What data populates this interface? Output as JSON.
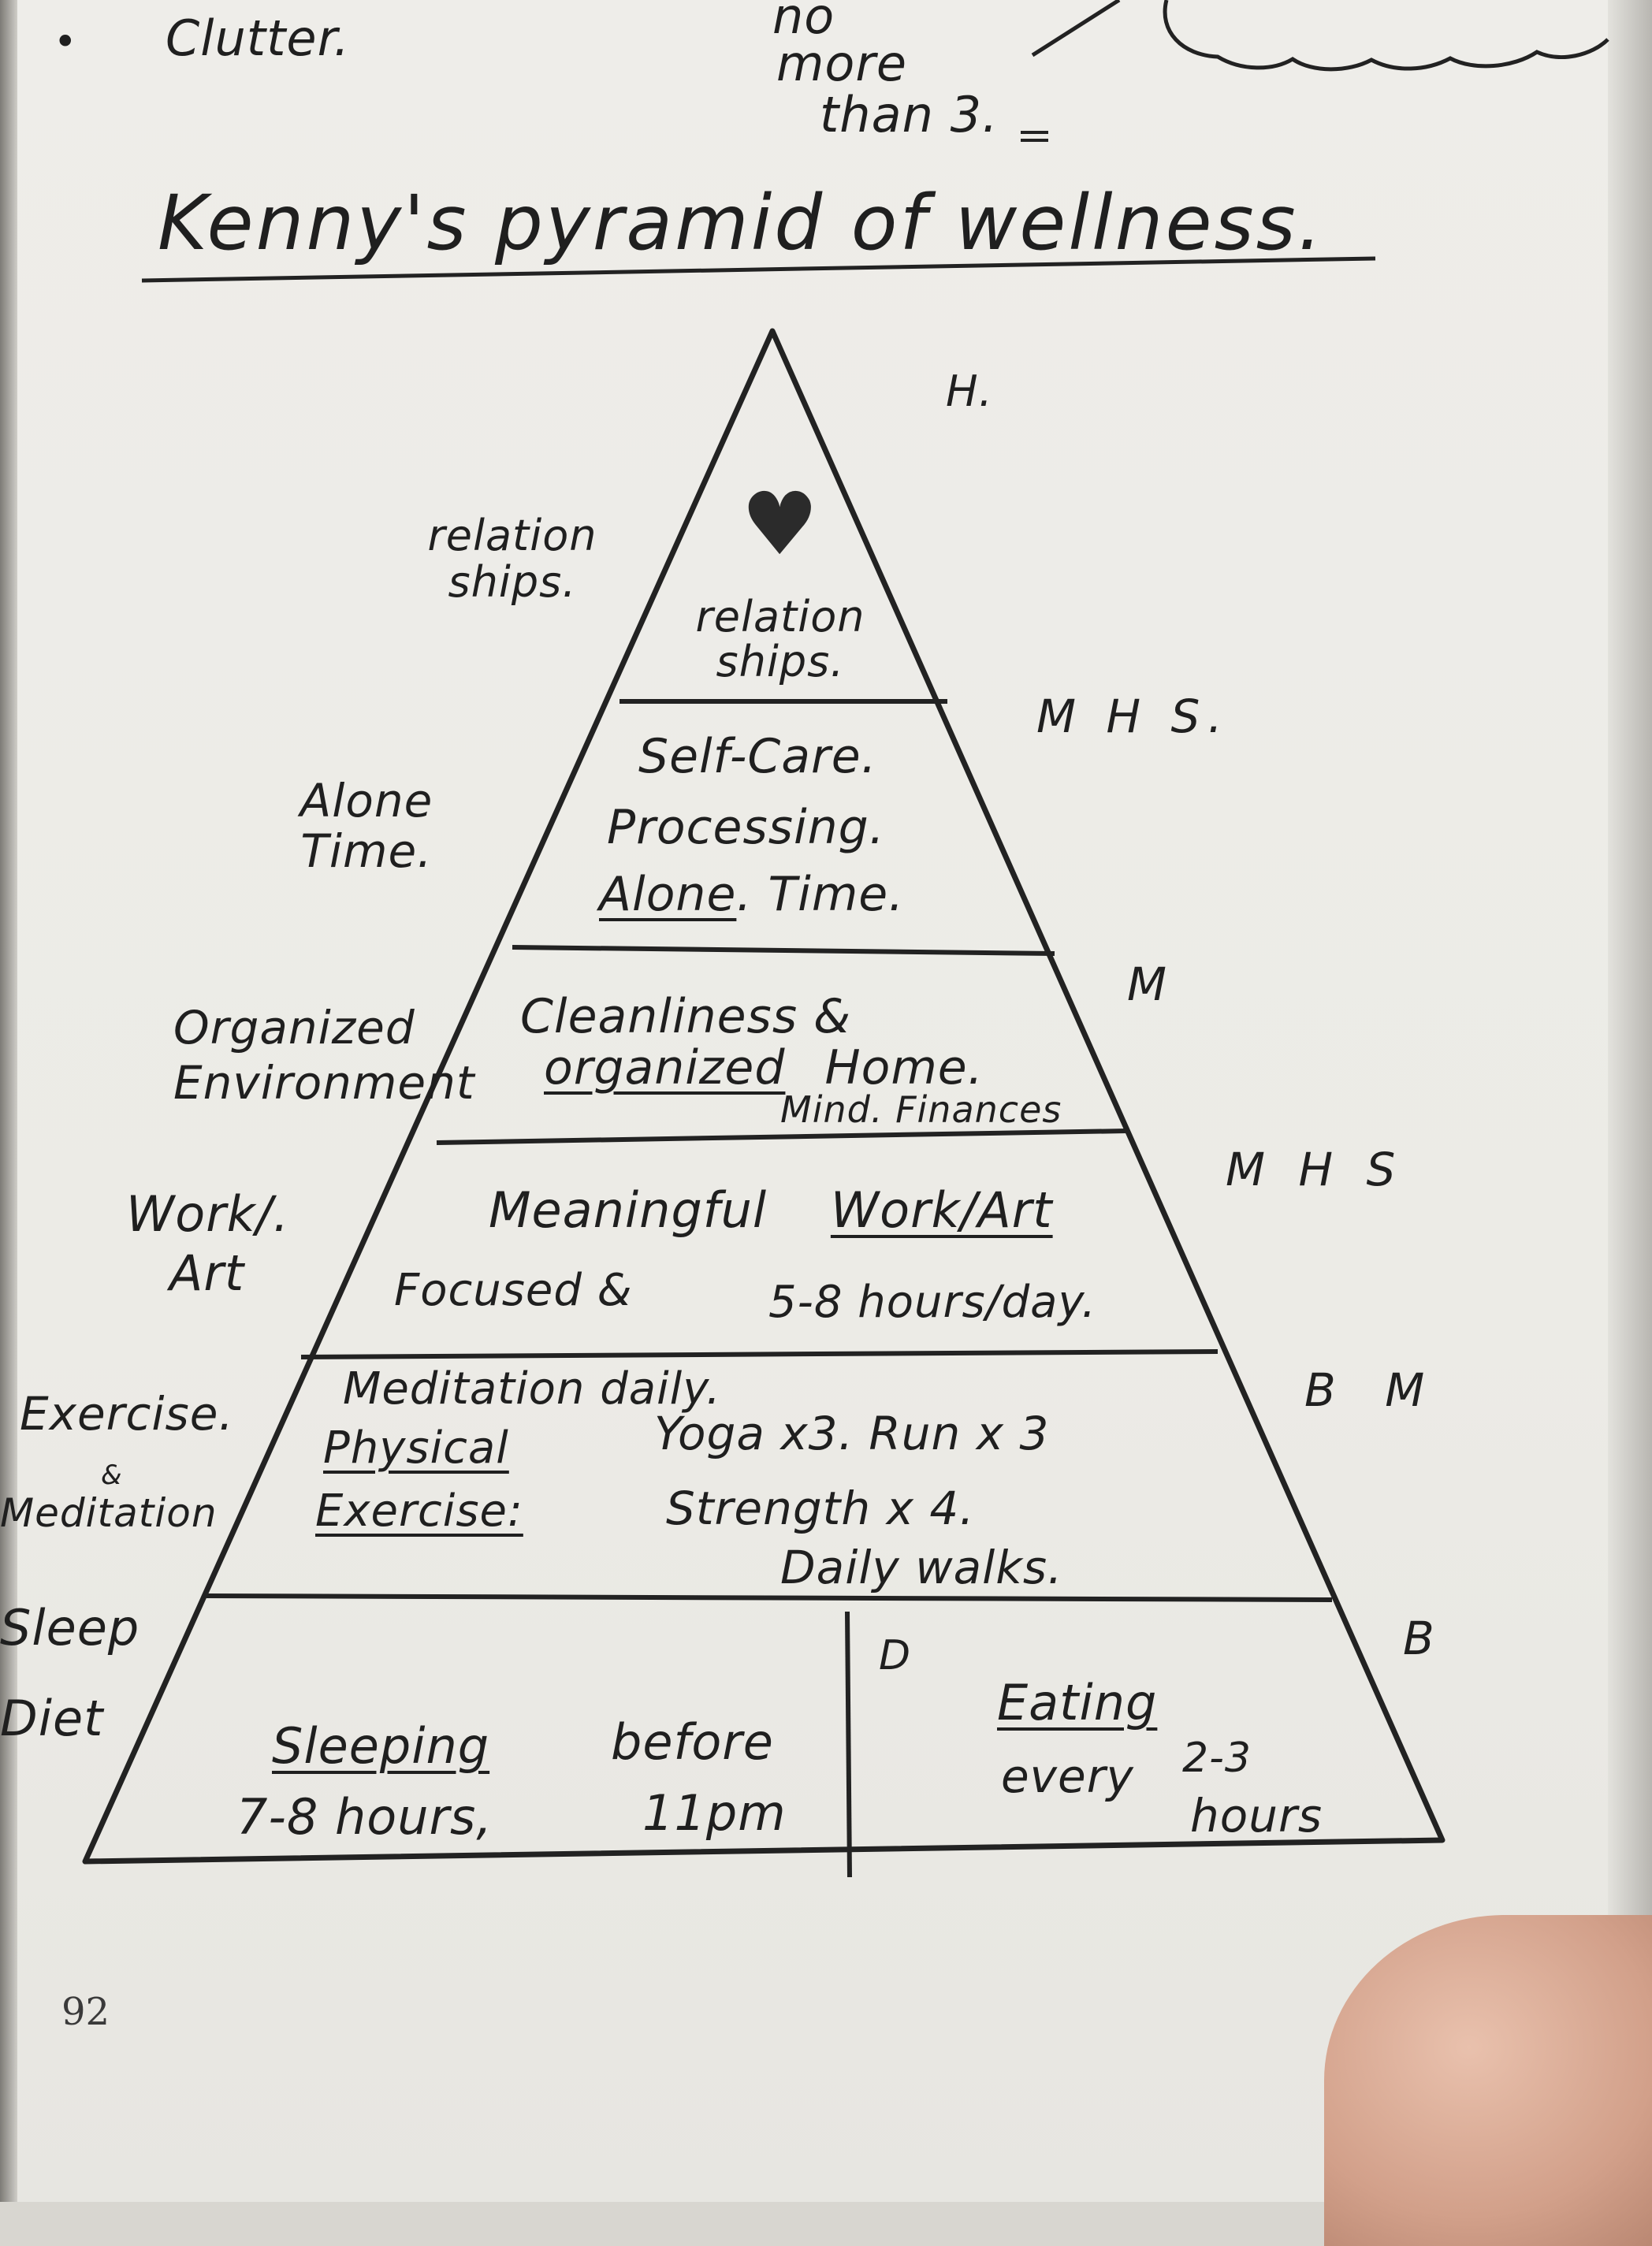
{
  "top_notes": {
    "bullet": "•",
    "clutter": "Clutter.",
    "no": "no",
    "more": "more",
    "than3": "than 3."
  },
  "title": "Kenny's pyramid of wellness.",
  "tiers": {
    "relationships": {
      "inside": "relation ships.",
      "left": "relation ships.",
      "right": "H."
    },
    "selfcare": {
      "line1": "Self-Care.",
      "line2": "Processing.",
      "line3a": "Alone",
      "line3b": ". Time.",
      "left": "Alone Time.",
      "right": "M H S."
    },
    "cleanliness": {
      "line1": "Cleanliness &",
      "line2a": "organized",
      "line2b": "Home.",
      "line3": "Mind. Finances",
      "left": "Organized Environment",
      "right": "M"
    },
    "work": {
      "line1a": "Meaningful",
      "line1b": "Work/Art",
      "line2": "Focused &",
      "line3": "5-8 hours/day.",
      "left_line1": "Work/.",
      "left_line2": "Art",
      "right": "M H S"
    },
    "exercise": {
      "line1": "Meditation daily.",
      "phys": "Physical",
      "exer": "Exercise:",
      "yoga": "Yoga x3. Run x 3",
      "strength": "Strength x 4.",
      "walks": "Daily walks.",
      "left_line1": "Exercise.",
      "left_amp": "&",
      "left_line2": "Meditation",
      "right": "B M"
    },
    "base": {
      "sleeping": "Sleeping",
      "before": "before",
      "hours78": "7-8 hours,",
      "pm11": "11pm",
      "d": "D",
      "eating": "Eating",
      "every": "every",
      "twothree": "2-3",
      "hours": "hours",
      "left_sleep": "Sleep",
      "left_diet": "Diet",
      "right": "B"
    }
  },
  "page_number": "92"
}
